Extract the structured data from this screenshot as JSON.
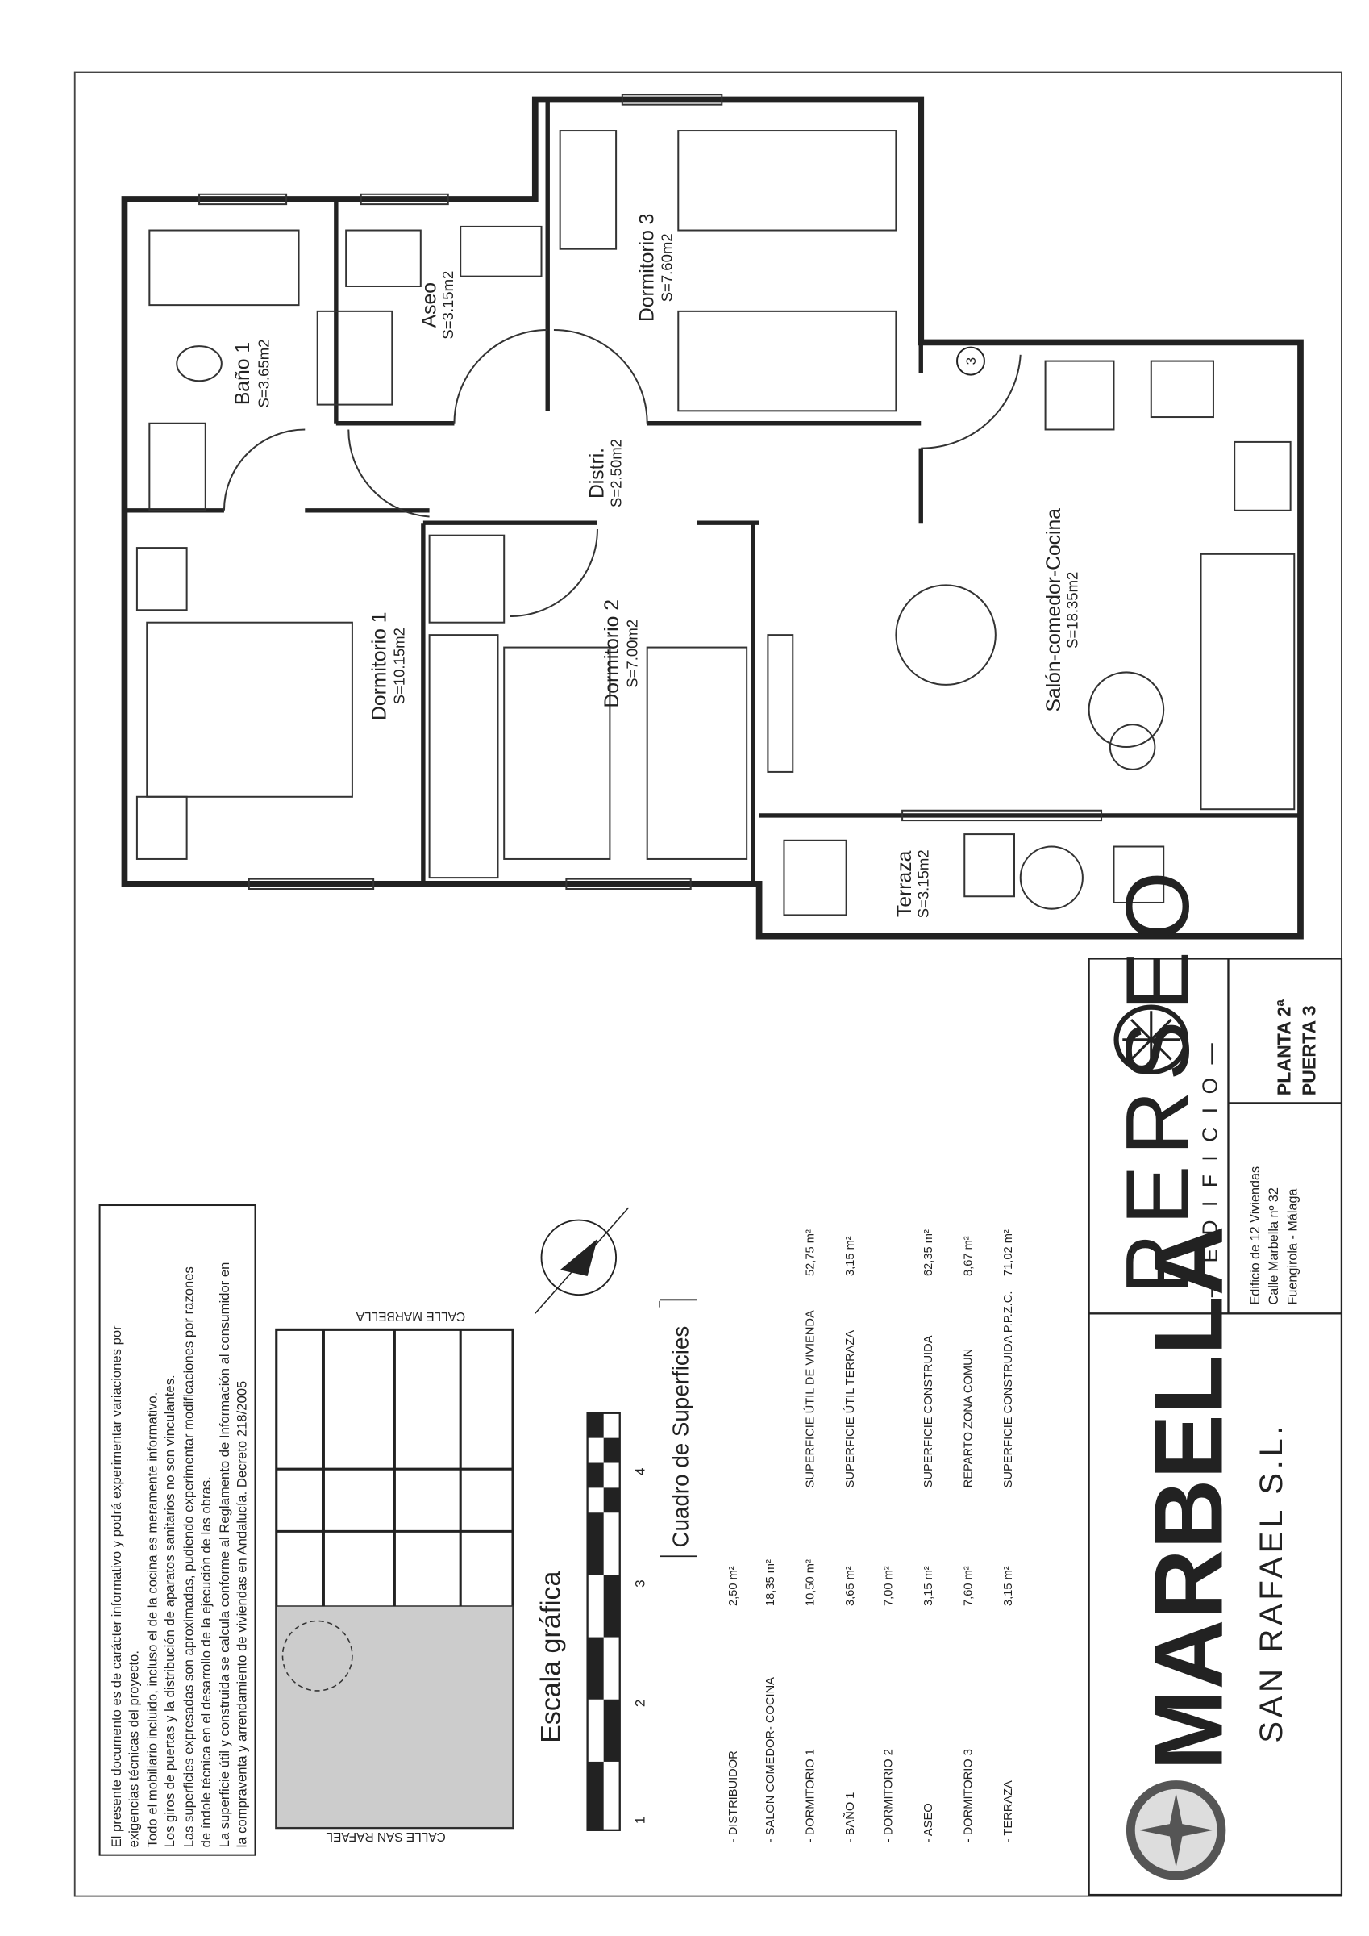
{
  "disclaimer": [
    "El presente documento es de carácter informativo y podrá experimentar variaciones por",
    "exigencias técnicas del proyecto.",
    "Todo el mobiliario incluido, incluso el de la cocina es meramente informativo.",
    "Los giros de puertas y la distribución de aparatos sanitarios no son vinculantes.",
    "Las superficies expresadas son aproximadas, pudiendo experimentar modificaciones por razones",
    "de índole técnica en el desarrollo de la ejecución de las obras.",
    "La superficie útil y construida se calcula conforme al Reglamento de Información al consumidor en",
    "la compraventa y arrendamiento de viviendas en Andalucía. Decreto 218/2005"
  ],
  "site_plan": {
    "street_top": "CALLE MARBELLA",
    "street_bottom": "CALLE SAN RAFAEL"
  },
  "scale": {
    "title": "Escala gráfica",
    "ticks": [
      "1",
      "2",
      "3",
      "4"
    ]
  },
  "surfaces": {
    "title": "Cuadro de Superficies",
    "rooms": [
      {
        "label": "- DISTRIBUIDOR",
        "value": "2,50 m²"
      },
      {
        "label": "- SALÓN COMEDOR- COCINA",
        "value": "18,35 m²"
      },
      {
        "label": "- DORMITORIO 1",
        "value": "10,50 m²"
      },
      {
        "label": "- BAÑO 1",
        "value": "3,65 m²"
      },
      {
        "label": "- DORMITORIO 2",
        "value": "7,00 m²"
      },
      {
        "label": "- ASEO",
        "value": "3,15 m²"
      },
      {
        "label": "- DORMITORIO 3",
        "value": "7,60 m²"
      },
      {
        "label": "- TERRAZA",
        "value": "3,15 m²"
      }
    ],
    "totals": [
      {
        "label": "SUPERFICIE ÚTIL DE VIVIENDA",
        "value": "52,75 m²"
      },
      {
        "label": "SUPERFICIE ÚTIL TERRAZA",
        "value": "3,15 m²"
      },
      {
        "label": "SUPERFICIE CONSTRUIDA",
        "value": "62,35 m²"
      },
      {
        "label": "REPARTO ZONA COMUN",
        "value": "8,67 m²"
      },
      {
        "label": "SUPERFICIE CONSTRUIDA P.P.Z.C.",
        "value": "71,02 m²"
      }
    ]
  },
  "title_block": {
    "building_name": "PERSEO",
    "building_sub": "— E D I F I C I O —",
    "address": [
      "Edificio de 12 Viviendas",
      "Calle Marbella nº 32",
      "Fuengirola - Málaga"
    ],
    "floor": "PLANTA 2ª",
    "door": "PUERTA 3",
    "company": "MARBELLA",
    "company_sub": "SAN RAFAEL S.L."
  },
  "floor_plan": {
    "rooms": [
      {
        "name": "Baño 1",
        "area": "S=3.65m2"
      },
      {
        "name": "Aseo",
        "area": "S=3.15m2"
      },
      {
        "name": "Dormitorio 3",
        "area": "S=7.60m2"
      },
      {
        "name": "Distri.",
        "area": "S=2.50m2"
      },
      {
        "name": "Dormitorio 1",
        "area": "S=10.15m2"
      },
      {
        "name": "Dormitorio 2",
        "area": "S=7.00m2"
      },
      {
        "name": "Salón-comedor-Cocina",
        "area": "S=18.35m2"
      },
      {
        "name": "Terraza",
        "area": "S=3.15m2"
      }
    ],
    "door_number": "3"
  }
}
